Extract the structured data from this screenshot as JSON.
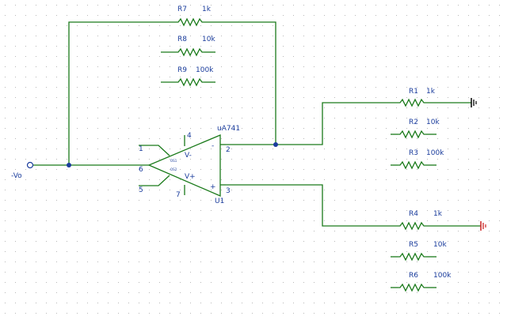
{
  "colors": {
    "wire": "#1a7a1a",
    "text": "#1a3c9c",
    "ground_black": "#000000",
    "ground_red": "#cc2222",
    "grid": "#b8b8b8"
  },
  "output_label": "-Vo",
  "opamp": {
    "part": "uA741",
    "ref": "U1",
    "pin1": "1",
    "pin2": "2",
    "pin3": "3",
    "pin4": "4",
    "pin5": "5",
    "pin6": "6",
    "pin7": "7",
    "vminus": "V-",
    "vplus": "V+",
    "inv_sign": "-",
    "noninv_sign": "+",
    "os_top": "OS1",
    "os_bot": "OS2"
  },
  "resistors": {
    "r7": {
      "name": "R7",
      "value": "1k"
    },
    "r8": {
      "name": "R8",
      "value": "10k"
    },
    "r9": {
      "name": "R9",
      "value": "100k"
    },
    "r1": {
      "name": "R1",
      "value": "1k"
    },
    "r2": {
      "name": "R2",
      "value": "10k"
    },
    "r3": {
      "name": "R3",
      "value": "100k"
    },
    "r4": {
      "name": "R4",
      "value": "1k"
    },
    "r5": {
      "name": "R5",
      "value": "10k"
    },
    "r6": {
      "name": "R6",
      "value": "100k"
    }
  }
}
